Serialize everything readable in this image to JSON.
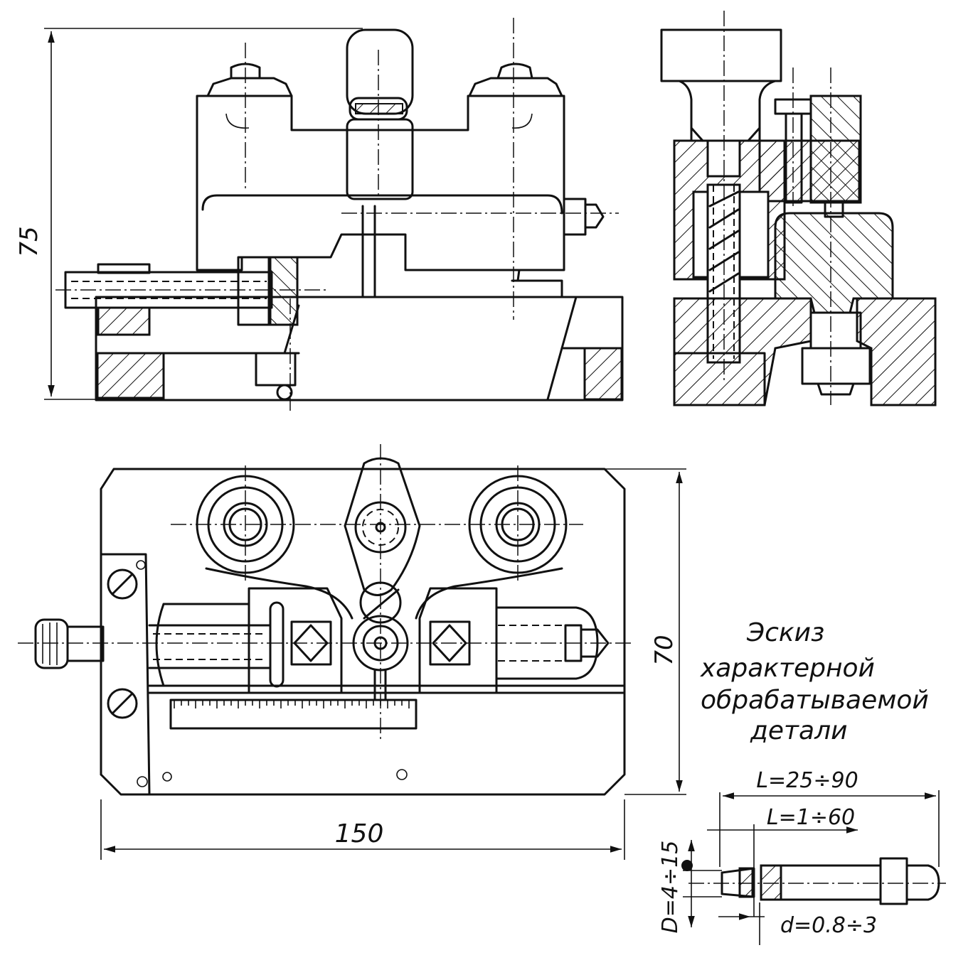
{
  "dimensions": {
    "height_front": "75",
    "width_plan": "150",
    "depth_plan": "70"
  },
  "caption": {
    "line1": "Эскиз",
    "line2": "характерной",
    "line3": "обрабатываемой",
    "line4": "детали"
  },
  "part_sketch": {
    "length_total": "L=25÷90",
    "length_work": "L=1÷60",
    "diameter_big": "D=4÷15",
    "diameter_small": "d=0.8÷3"
  }
}
